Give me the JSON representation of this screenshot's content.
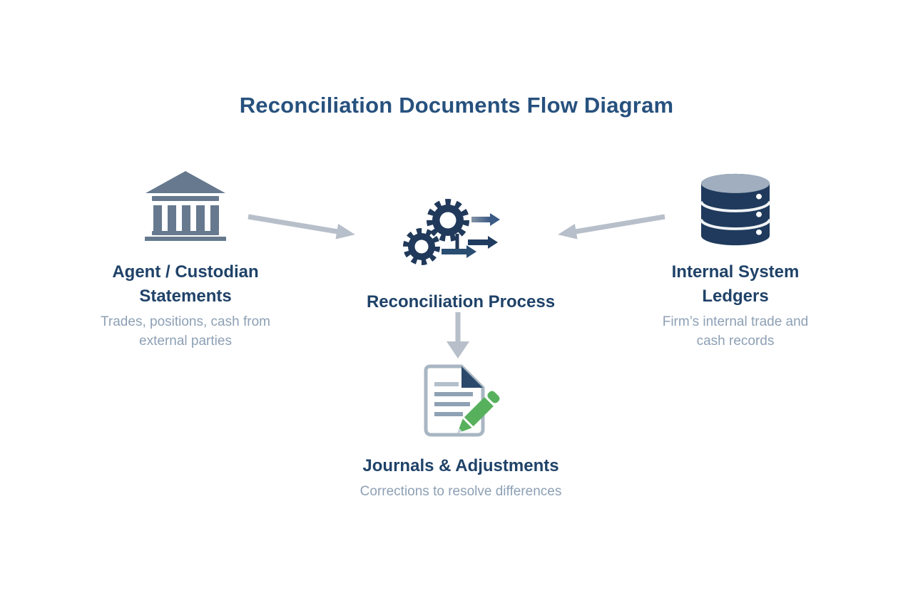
{
  "title": "Reconciliation Documents Flow Diagram",
  "colors": {
    "background": "#ffffff",
    "title_navy": "#27517e",
    "heading_navy": "#1f4268",
    "subtext_gray_blue": "#8da0b5",
    "connector_arrow_gray": "#b7bfca",
    "bank_slate": "#66798e",
    "gear_navy": "#21395a",
    "gear_arrow_middle": "#1f3c60",
    "gear_arrow_bottom": "#2a4d72",
    "gear_arrow_top_gradient_start": "#8494a7",
    "gear_arrow_top_gradient_end": "#3b5a85",
    "database_navy": "#1f3a5c",
    "database_top": "#a0aebf",
    "document_border": "#a9b6c3",
    "document_fold_navy": "#2b4a6b",
    "document_line_light": "#b3c0cc",
    "document_line_dark": "#8fa2b5",
    "pencil_green": "#57b15c"
  },
  "nodes": {
    "agent": {
      "label": "Agent / Custodian Statements",
      "sub": "Trades, positions, cash from external parties",
      "icon": "bank-icon"
    },
    "process": {
      "label": "Reconciliation Process",
      "icon": "gears-icon"
    },
    "ledgers": {
      "label": "Internal System Ledgers",
      "sub": "Firm’s internal trade and cash records",
      "icon": "database-icon"
    },
    "journals": {
      "label": "Journals & Adjustments",
      "sub": "Corrections to resolve differences",
      "icon": "document-pencil-icon"
    }
  },
  "connectors": [
    {
      "name": "arrow-agent-to-process",
      "from": "agent",
      "to": "process",
      "direction": "right"
    },
    {
      "name": "arrow-ledgers-to-process",
      "from": "ledgers",
      "to": "process",
      "direction": "left"
    },
    {
      "name": "arrow-process-to-journals",
      "from": "process",
      "to": "journals",
      "direction": "down"
    }
  ]
}
